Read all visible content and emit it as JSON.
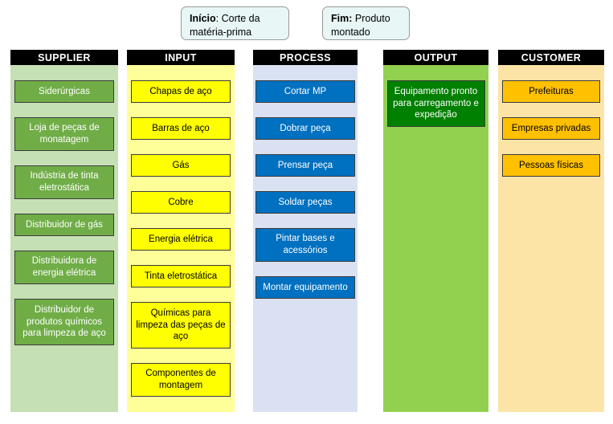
{
  "callouts": {
    "start": {
      "label": "Início",
      "separator": ":",
      "text": " Corte da matéria-prima"
    },
    "end": {
      "label": "Fim:",
      "separator": "",
      "text": " Produto montado"
    }
  },
  "colors": {
    "header_bg": "#000000",
    "header_text": "#FFFFFF",
    "supplier_bg": "#C5E0B4",
    "supplier_item": "#70AD47",
    "input_bg": "#FFFF99",
    "input_item": "#FFFF00",
    "process_bg": "#D9E1F2",
    "process_item": "#0070C0",
    "output_bg": "#92D050",
    "output_item": "#008000",
    "customer_bg": "#FCE4A6",
    "customer_item": "#FFC000",
    "callout_bg": "#E8F6F6"
  },
  "columns": [
    {
      "id": "supplier",
      "header": "SUPPLIER",
      "items": [
        "Siderúrgicas",
        "Loja de peças de monatagem",
        "Indústria de tinta eletrostática",
        "Distribuidor de gás",
        "Distribuidora de energia elétrica",
        "Distribuidor de produtos químicos para limpeza de aço"
      ]
    },
    {
      "id": "input",
      "header": "INPUT",
      "items": [
        "Chapas de aço",
        "Barras de aço",
        "Gás",
        "Cobre",
        "Energia elétrica",
        "Tinta eletrostática",
        "Químicas para limpeza das peças de aço",
        "Componentes de montagem"
      ]
    },
    {
      "id": "process",
      "header": "PROCESS",
      "items": [
        "Cortar MP",
        "Dobrar peça",
        "Prensar peça",
        "Soldar peças",
        "Pintar bases e acessórios",
        "Montar equipamento"
      ]
    },
    {
      "id": "output",
      "header": "OUTPUT",
      "items": [
        "Equipamento pronto para carregamento e expedição"
      ]
    },
    {
      "id": "customer",
      "header": "CUSTOMER",
      "items": [
        "Prefeituras",
        "Empresas privadas",
        "Pessoas físicas"
      ]
    }
  ]
}
